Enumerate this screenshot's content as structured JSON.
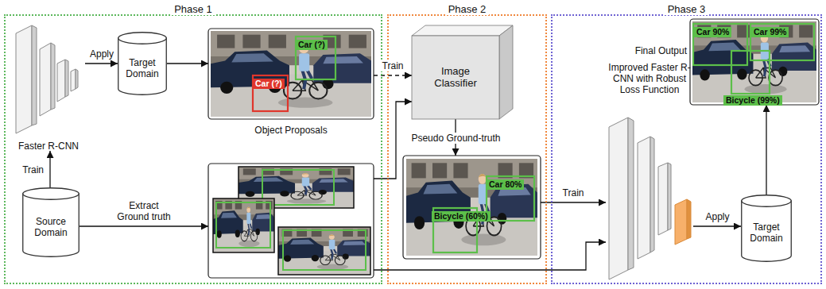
{
  "diagram": {
    "nodes": [
      {
        "text": [
          "Phase 1"
        ]
      },
      {
        "text": [
          "Faster R-CNN"
        ],
        "in": 0
      },
      {
        "text": [
          "Target Domain"
        ],
        "in": 0
      },
      {
        "text": [
          "Car (?)",
          "Car (?)",
          "Object Proposals"
        ],
        "in": 0
      },
      {
        "text": [
          "Source Domain"
        ],
        "in": 0
      },
      {
        "text": [],
        "in": 0
      },
      {
        "text": [
          "Phase 2"
        ]
      },
      {
        "text": [
          "Image Classifier"
        ],
        "in": 6
      },
      {
        "text": [
          "Car 80%",
          "Bicycle (60%)"
        ],
        "in": 6
      },
      {
        "text": [
          "Phase 3"
        ]
      },
      {
        "text": [
          "Final Output",
          "Car 90%",
          "Car 99%",
          "Bicycle (99%)"
        ],
        "in": 9
      },
      {
        "text": [
          "Improved Faster R-CNN with Robust Loss Function"
        ],
        "in": 9
      },
      {
        "text": [
          "Target Domain"
        ],
        "in": 9
      }
    ],
    "edges": [
      {
        "from": 1,
        "to": 2,
        "label": "Apply",
        "arrow": "to"
      },
      {
        "from": 2,
        "to": 3,
        "arrow": "to"
      },
      {
        "from": 3,
        "to": 7,
        "label": "Train",
        "arrow": "to"
      },
      {
        "from": 4,
        "to": 1,
        "label": "Train",
        "arrow": "to"
      },
      {
        "from": 4,
        "to": 5,
        "label": "Extract Ground truth",
        "arrow": "to"
      },
      {
        "from": 5,
        "to": 7,
        "arrow": "to"
      },
      {
        "from": 7,
        "to": 8,
        "label": "Pseudo Ground-truth",
        "arrow": "to"
      },
      {
        "from": 8,
        "to": 11,
        "label": "Train",
        "arrow": "to"
      },
      {
        "from": 5,
        "to": 11,
        "arrow": "to"
      },
      {
        "from": 11,
        "to": 12,
        "label": "Apply",
        "arrow": "to"
      },
      {
        "from": 12,
        "to": 10,
        "arrow": "to"
      }
    ]
  }
}
